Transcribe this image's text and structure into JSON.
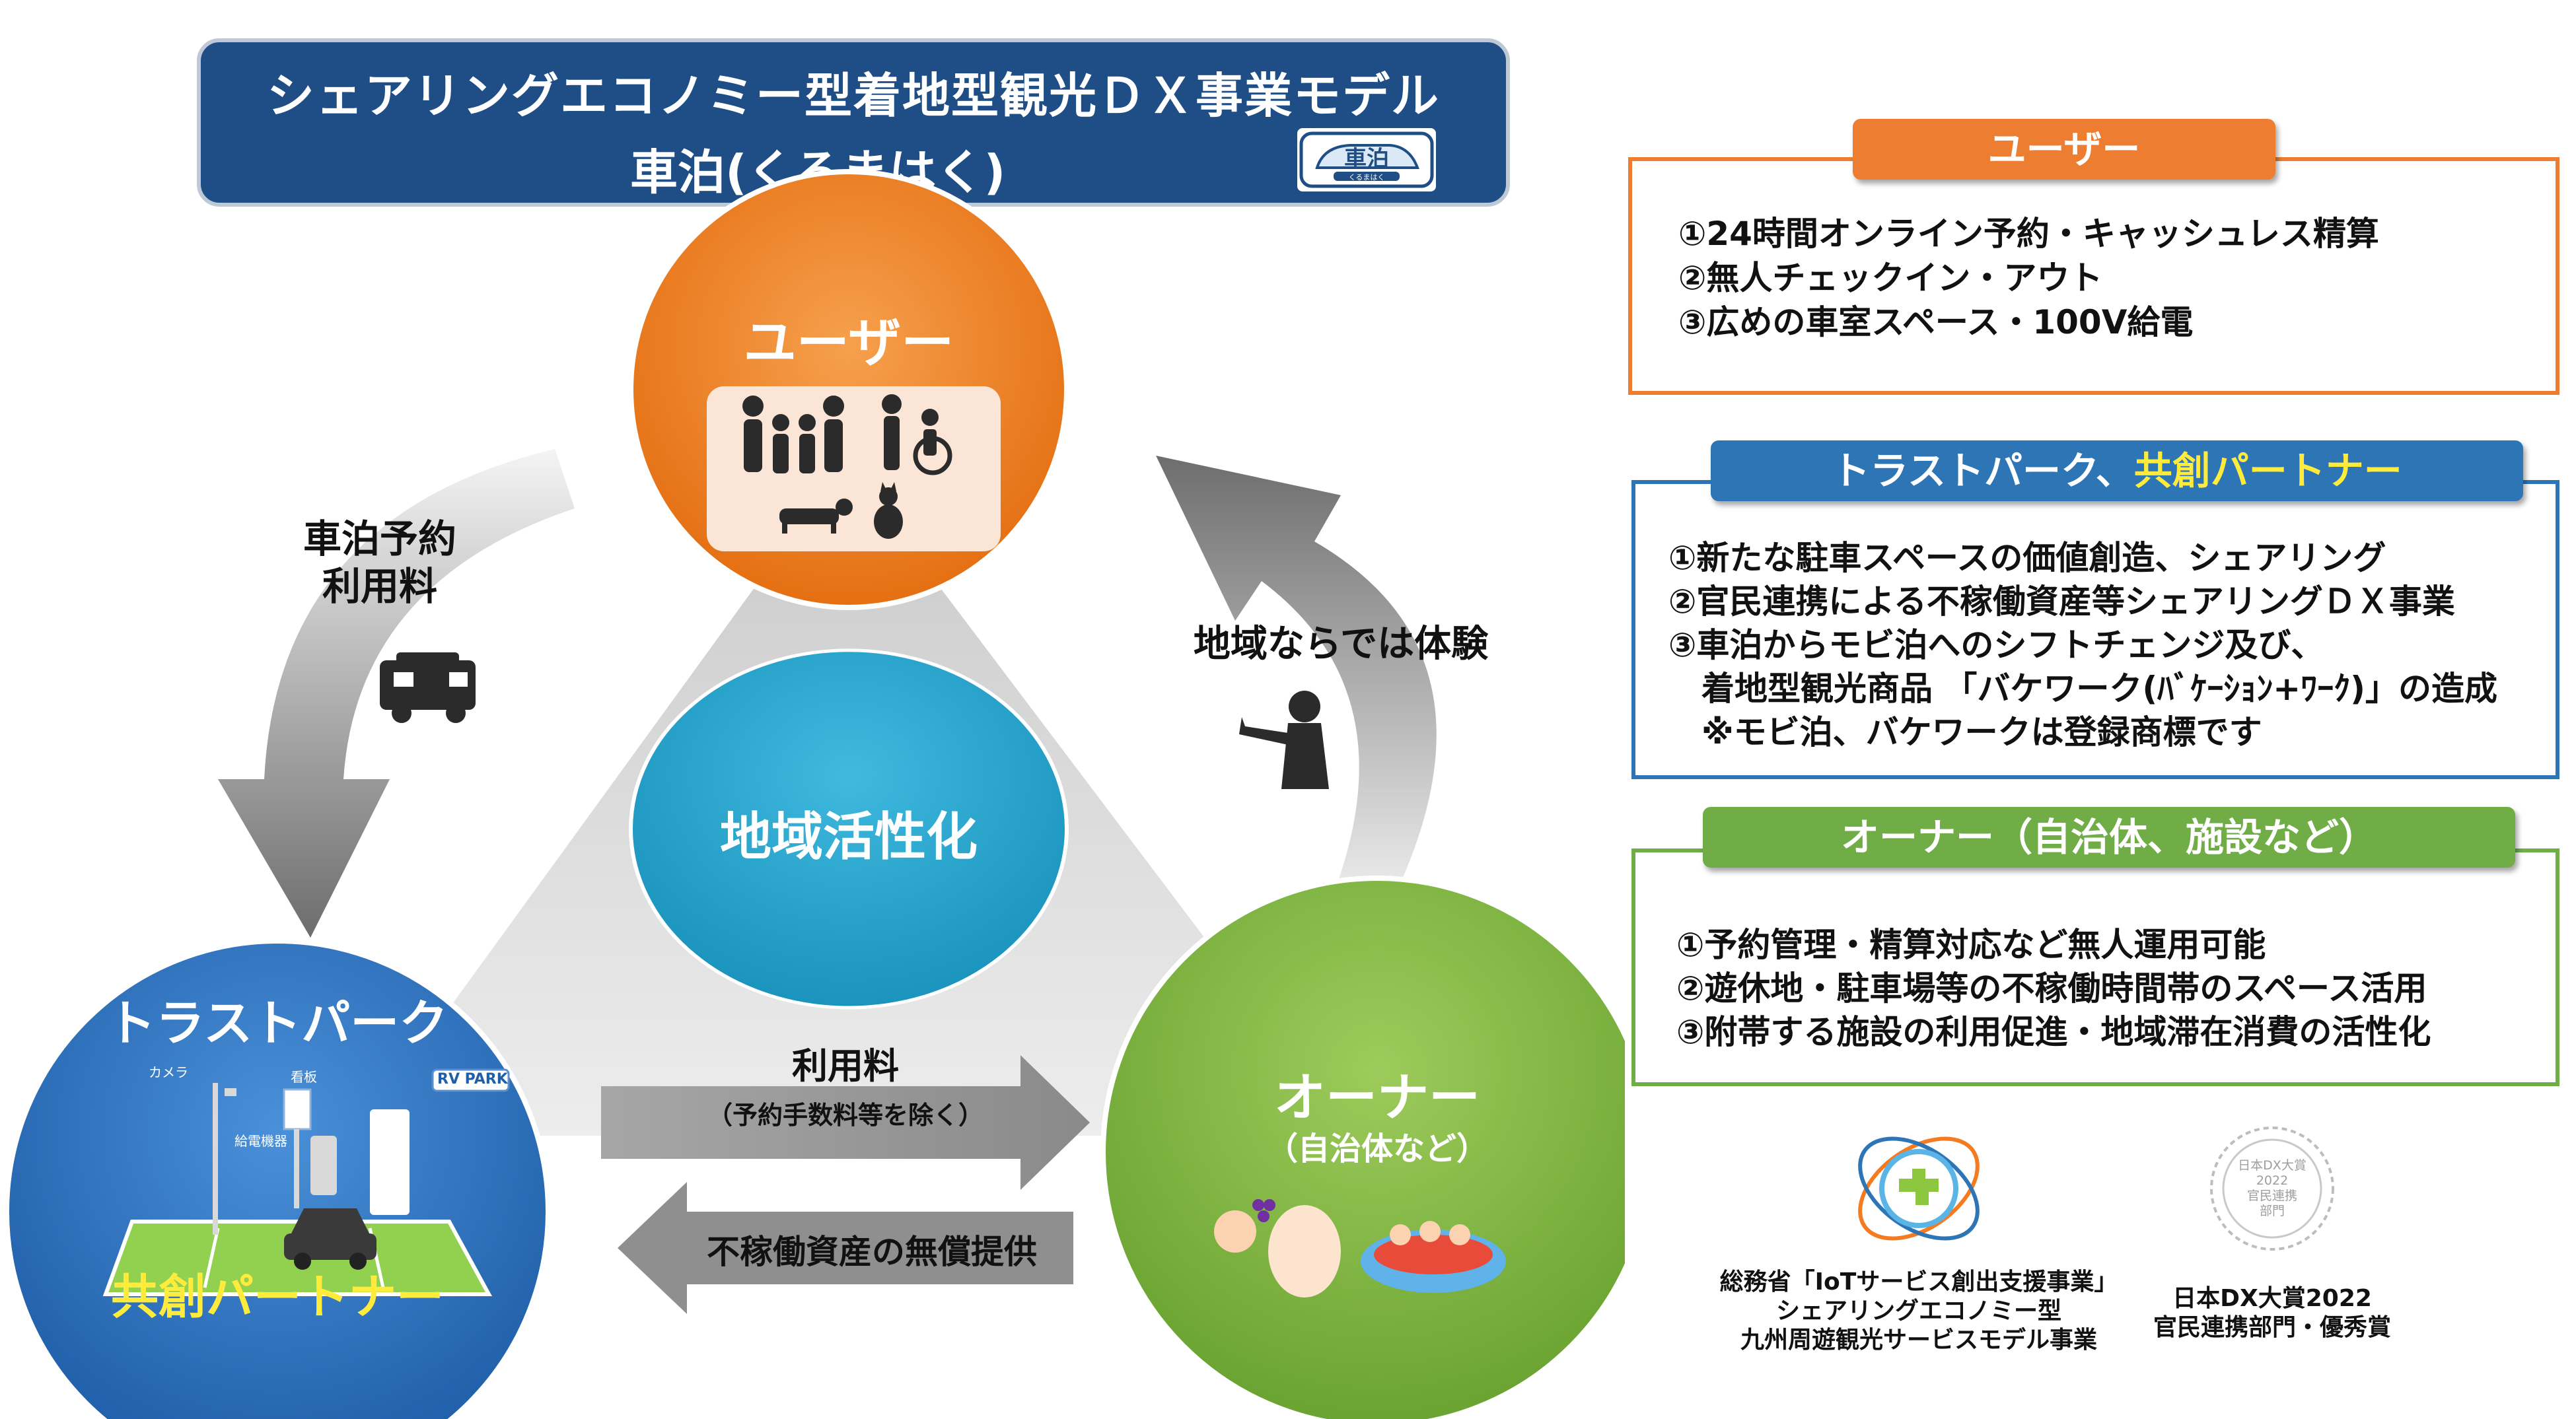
{
  "header": {
    "line1": "シェアリングエコノミー型着地型観光ＤＸ事業モデル",
    "line2": "車泊(くるまはく)",
    "logo_text": "車泊",
    "logo_sub": "くるまはく"
  },
  "diagram": {
    "user_title": "ユーザー",
    "center": "地域活性化",
    "trust_title": "トラストパーク",
    "trust_sub": "共創パートナー",
    "trust_illustration_labels": [
      "カメラ",
      "看板",
      "給電機器",
      "RV PARK"
    ],
    "owner_title": "オーナー",
    "owner_sub": "（自治体など）",
    "left_arrow_line1": "車泊予約",
    "left_arrow_line2": "利用料",
    "right_arrow_label": "地域ならでは体験",
    "top_flow_line1": "利用料",
    "top_flow_line2": "（予約手数料等を除く）",
    "bottom_flow": "不稼働資産の無償提供"
  },
  "panels": {
    "user": {
      "title": "ユーザー",
      "color": "#ed7d31",
      "lines": [
        "①24時間オンライン予約・キャッシュレス精算",
        "②無人チェックイン・アウト",
        "③広めの車室スペース・100V給電"
      ]
    },
    "trust": {
      "title_a": "トラストパーク、",
      "title_b": "共創パートナー",
      "color": "#2e75b6",
      "lines": [
        "①新たな駐車スペースの価値創造、シェアリング",
        "②官民連携による不稼働資産等シェアリングＤＸ事業",
        "③車泊からモビ泊へのシフトチェンジ及び、",
        "着地型観光商品 「バケワーク(ﾊﾞｹｰｼｮﾝ+ﾜｰｸ)」の造成",
        "※モビ泊、バケワークは登録商標です"
      ]
    },
    "owner": {
      "title": "オーナー（自治体、施設など）",
      "color": "#70ad47",
      "lines": [
        "①予約管理・精算対応など無人運用可能",
        "②遊休地・駐車場等の不稼働時間帯のスペース活用",
        "③附帯する施設の利用促進・地域滞在消費の活性化"
      ]
    }
  },
  "awards": {
    "left_caption": [
      "総務省「IoTサービス創出支援事業」",
      "シェアリングエコノミー型",
      "九州周遊観光サービスモデル事業"
    ],
    "right_badge_lines": [
      "日本DX大賞",
      "2022",
      "官民連携",
      "部門"
    ],
    "right_caption": [
      "日本DX大賞2022",
      "官民連携部門・優秀賞"
    ]
  }
}
